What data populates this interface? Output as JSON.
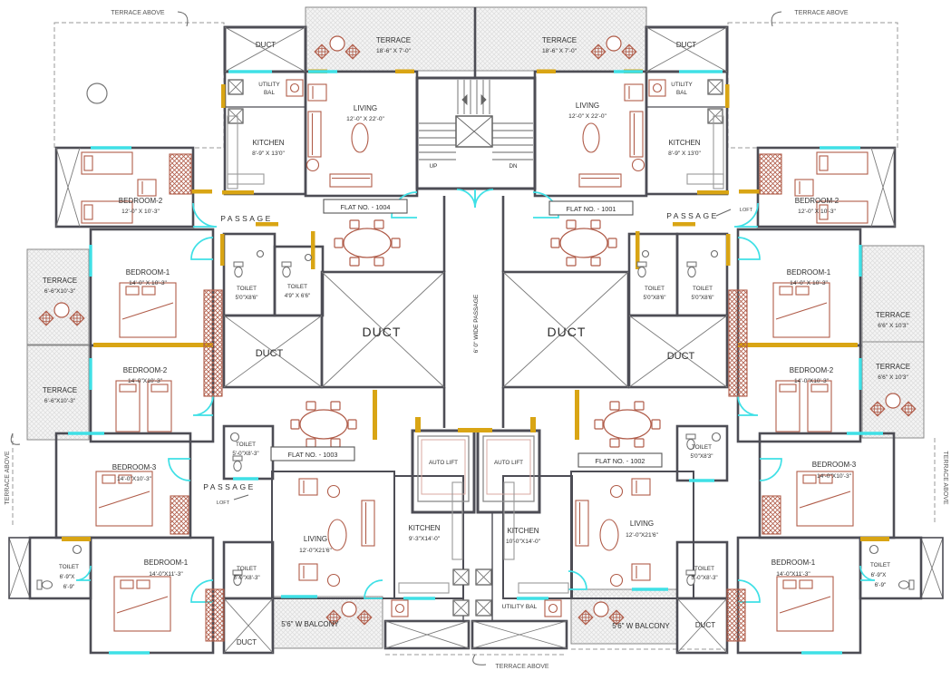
{
  "plan": {
    "colors": {
      "wall": "#4d4d55",
      "furniture": "#b05c49",
      "door_window": "#3fe0e6",
      "accent": "#d9a514",
      "hatch_line": "#d9d9d9",
      "dashed": "#999999"
    },
    "annotations": {
      "terrace_above": "TERRACE ABOVE",
      "loft": "LOFT",
      "up": "UP",
      "dn": "DN",
      "wide_passage": "6' 0\" WIDE  PASSAGE",
      "passage": "PASSAGE",
      "utility_line1": "UTILITY",
      "utility_line2": "BAL",
      "utility_bal": "UTILITY  BAL",
      "duct": "DUCT",
      "auto_lift": "AUTO LIFT",
      "balcony": "5'6\"  W  BALCONY"
    },
    "flats": {
      "f1001": "FLAT NO. - 1001",
      "f1002": "FLAT NO. - 1002",
      "f1003": "FLAT NO. - 1003",
      "f1004": "FLAT NO. - 1004"
    },
    "rooms": {
      "terrace_top": {
        "name": "TERRACE",
        "dims": "18'-6\" X 7'-0\""
      },
      "living_upper": {
        "name": "LIVING",
        "dims": "12'-0\" X 22'-0\""
      },
      "kitchen_upper": {
        "name": "KITCHEN",
        "dims": "8'-9\" X 13'0\""
      },
      "bedroom2_upper": {
        "name": "BEDROOM-2",
        "dims": "12'-0\" X 10'-3\""
      },
      "bedroom1_mid": {
        "name": "BEDROOM-1",
        "dims": "14'-0\" X 10'-3\""
      },
      "bedroom2_mid": {
        "name": "BEDROOM-2",
        "dims": "14'-0\"X10'-3\""
      },
      "bedroom3": {
        "name": "BEDROOM-3",
        "dims": "14'-0\"X10'-3\""
      },
      "bedroom1_lower": {
        "name": "BEDROOM-1",
        "dims": "14'-0\"X11'-3\""
      },
      "terrace_left": {
        "name": "TERRACE",
        "dims": "6'-6\"X10'-3\""
      },
      "terrace_right": {
        "name": "TERRACE",
        "dims": "6'6\" X 10'3\""
      },
      "toilet_50x86": {
        "name": "TOILET",
        "dims": "5'0\"X8'6\""
      },
      "toilet_49x66": {
        "name": "TOILET",
        "dims": "4'9\" X 6'6\""
      },
      "toilet_50x83": {
        "name": "TOILET",
        "dims": "5'-0\"X8'-3\""
      },
      "toilet_50x83_r": {
        "name": "TOILET",
        "dims": "5'0\"X8'3\""
      },
      "toilet_69x69": {
        "name": "TOILET",
        "dims1": "6'-9\"X",
        "dims2": "6'-9\""
      },
      "living_lower": {
        "name": "LIVING",
        "dims": "12'-0\"X21'6\""
      },
      "kitchen_1003": {
        "name": "KITCHEN",
        "dims": "9'-3\"X14'-0\""
      },
      "kitchen_1002": {
        "name": "KITCHEN",
        "dims": "10'-0\"X14'-0\""
      }
    }
  }
}
